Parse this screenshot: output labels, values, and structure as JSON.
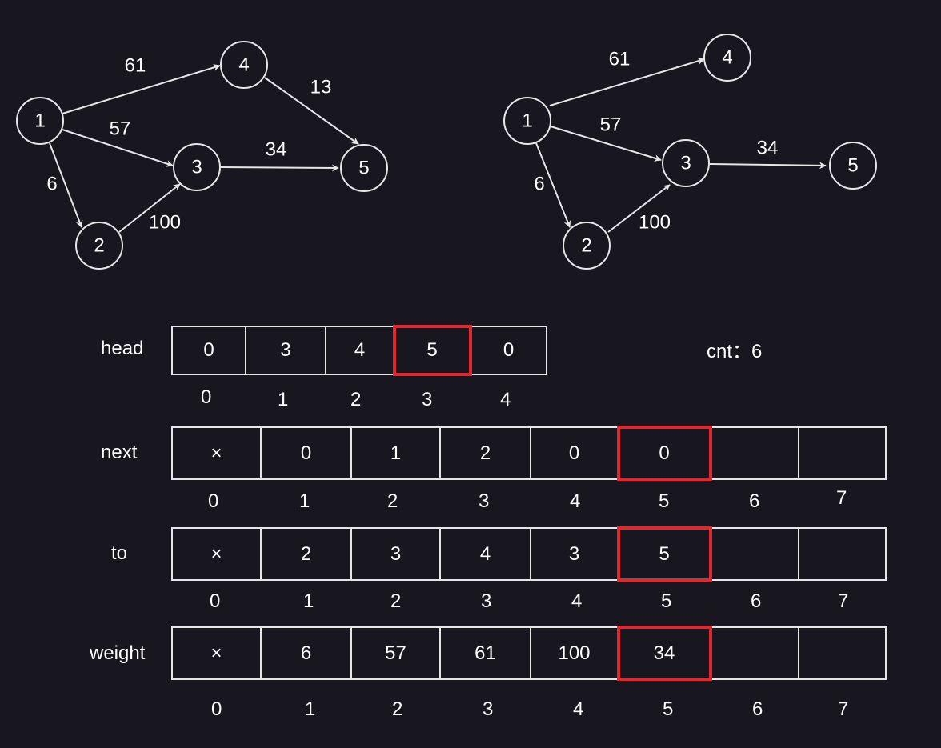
{
  "graph_left": {
    "nodes": [
      "1",
      "2",
      "3",
      "4",
      "5"
    ],
    "edge_weights": [
      "61",
      "57",
      "6",
      "100",
      "34",
      "13"
    ]
  },
  "graph_right": {
    "nodes": [
      "1",
      "2",
      "3",
      "4",
      "5"
    ],
    "edge_weights": [
      "61",
      "57",
      "6",
      "100",
      "34"
    ]
  },
  "head": {
    "label": "head",
    "values": [
      "0",
      "3",
      "4",
      "5",
      "0"
    ],
    "indices": [
      "0",
      "1",
      "2",
      "3",
      "4"
    ],
    "highlight_index": 3
  },
  "cnt": {
    "label": "cnt：6"
  },
  "next": {
    "label": "next",
    "values": [
      "×",
      "0",
      "1",
      "2",
      "0",
      "0",
      "",
      ""
    ],
    "indices": [
      "0",
      "1",
      "2",
      "3",
      "4",
      "5",
      "6",
      "7"
    ],
    "highlight_index": 5
  },
  "to": {
    "label": "to",
    "values": [
      "×",
      "2",
      "3",
      "4",
      "3",
      "5",
      "",
      ""
    ],
    "indices": [
      "0",
      "1",
      "2",
      "3",
      "4",
      "5",
      "6",
      "7"
    ],
    "highlight_index": 5
  },
  "weight": {
    "label": "weight",
    "values": [
      "×",
      "6",
      "57",
      "61",
      "100",
      "34",
      "",
      ""
    ],
    "indices": [
      "0",
      "1",
      "2",
      "3",
      "4",
      "5",
      "6",
      "7"
    ],
    "highlight_index": 5
  },
  "colors": {
    "background": "#18161f",
    "stroke": "#e6e6e6",
    "highlight": "#e0282e"
  }
}
